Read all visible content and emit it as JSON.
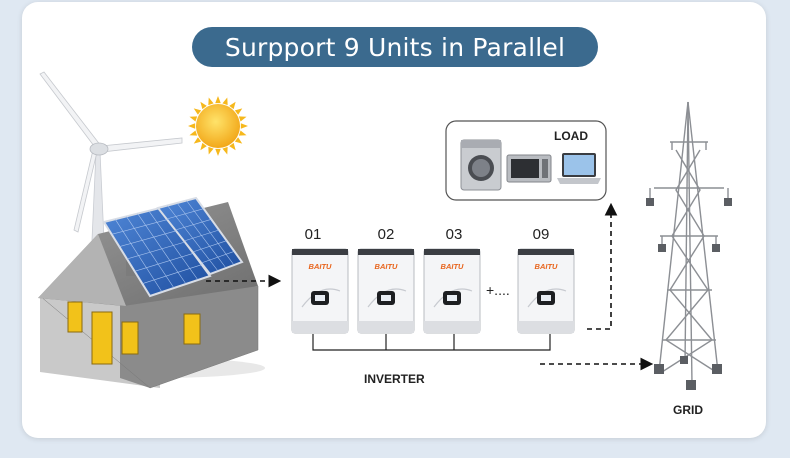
{
  "title": "Surpport 9 Units in Parallel",
  "units": [
    {
      "number": "01",
      "brand": "BAITU"
    },
    {
      "number": "02",
      "brand": "BAITU"
    },
    {
      "number": "03",
      "brand": "BAITU"
    },
    {
      "number": "09",
      "brand": "BAITU"
    }
  ],
  "ellipsis": "+....",
  "labels": {
    "load": "LOAD",
    "inverter": "INVERTER",
    "grid": "GRID"
  },
  "icons": [
    "wind-turbine-icon",
    "sun-icon",
    "house-icon",
    "solar-panel-icon",
    "washing-machine-icon",
    "microwave-icon",
    "laptop-icon",
    "transmission-tower-icon"
  ],
  "colors": {
    "title_bg": "#3b6a8e",
    "brand_orange": "#e8641c",
    "sun": "#f6b81c"
  }
}
